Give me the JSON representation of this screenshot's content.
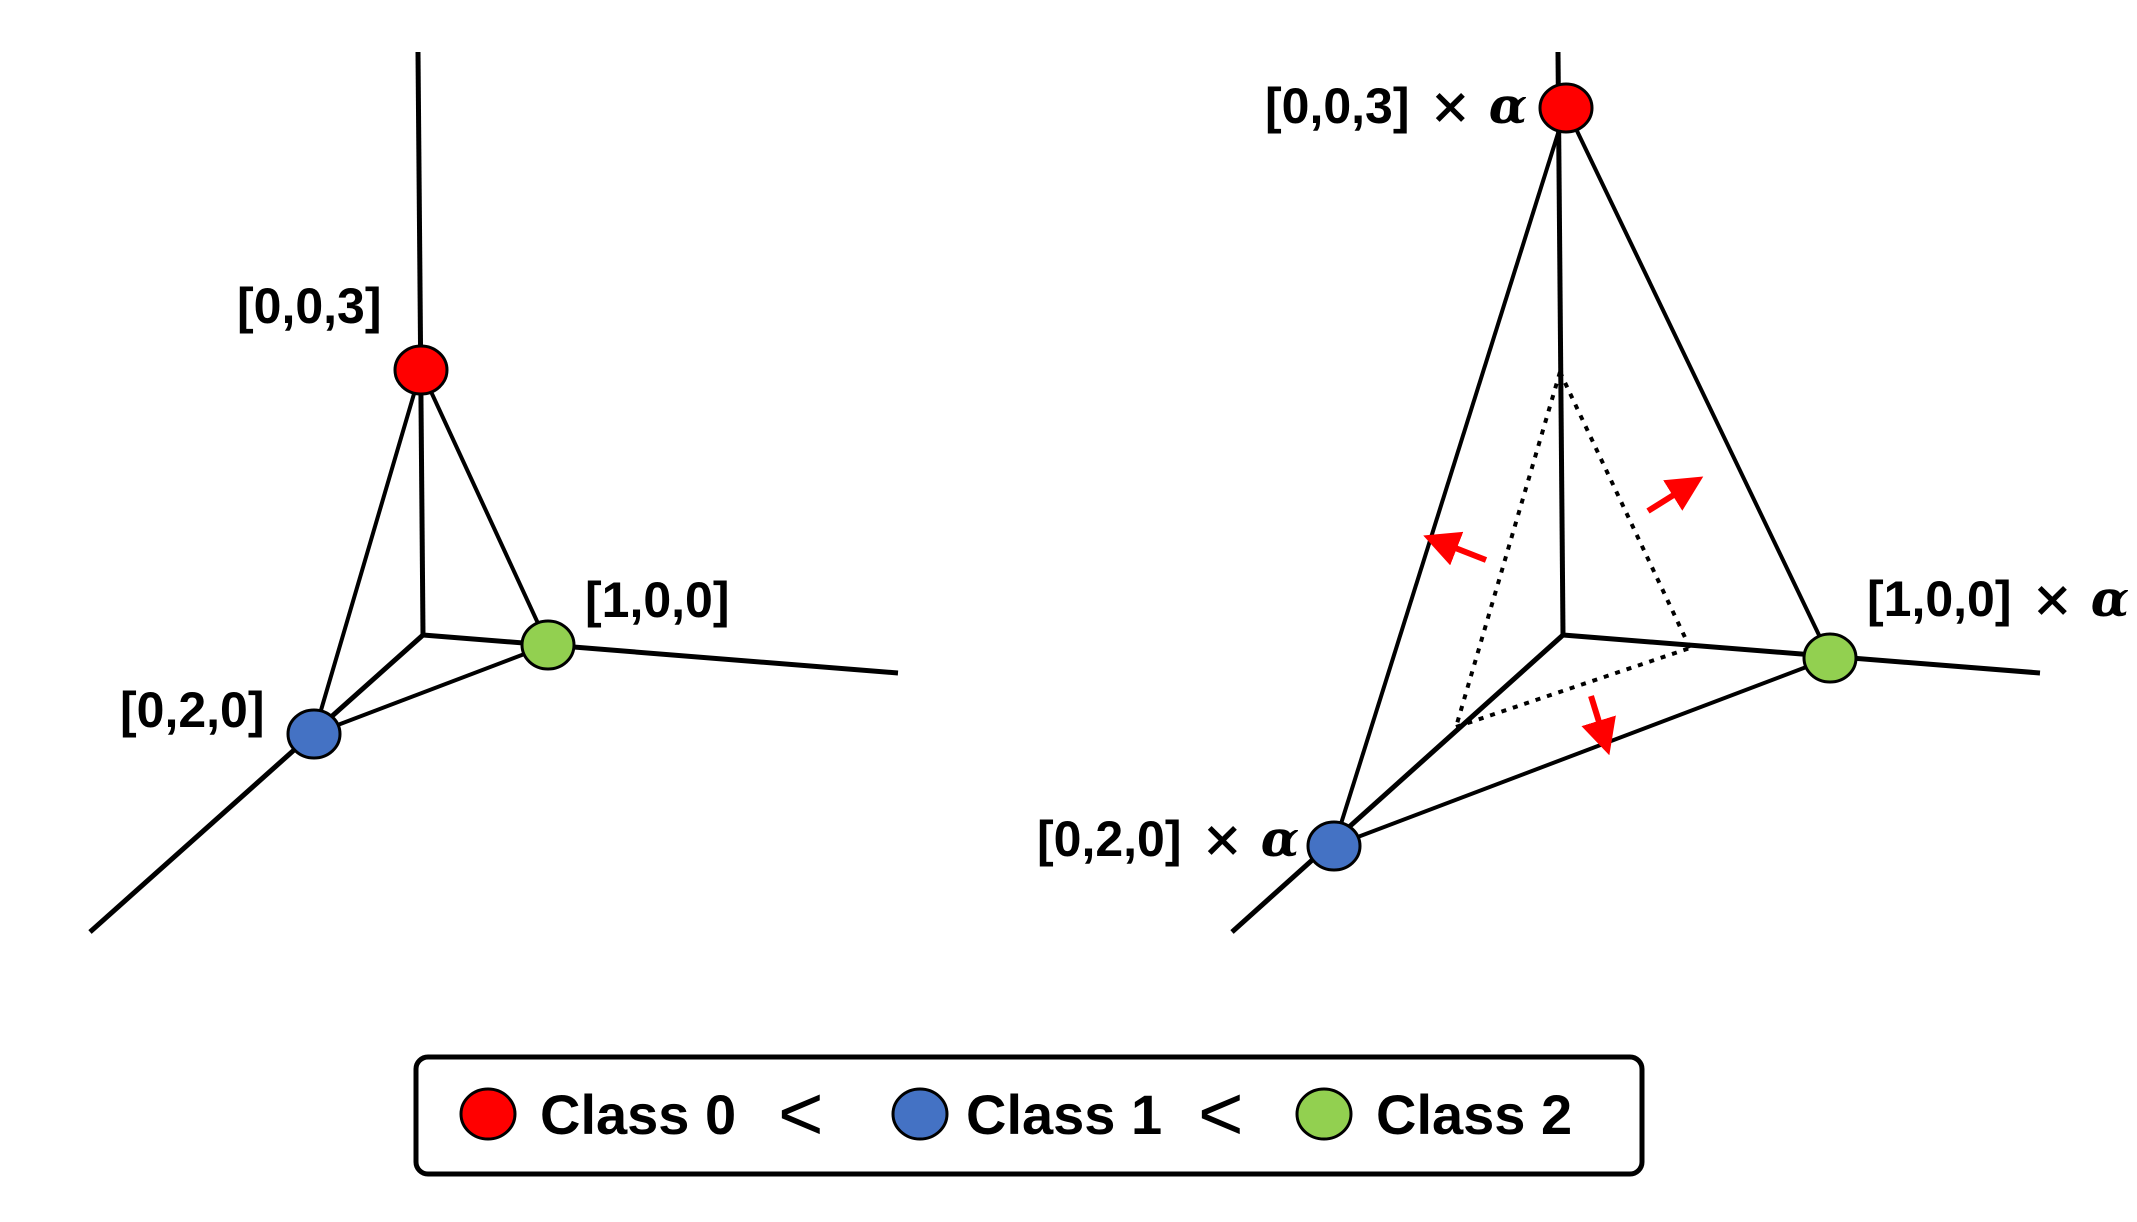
{
  "left_diagram": {
    "labels": {
      "red": "[0,0,3]",
      "green": "[1,0,0]",
      "blue": "[0,2,0]"
    }
  },
  "right_diagram": {
    "labels": {
      "red": "[0,0,3]",
      "green": "[1,0,0]",
      "blue": "[0,2,0]"
    },
    "scale_symbol": "× α"
  },
  "legend": {
    "items": [
      {
        "label": "Class 0",
        "color": "#ff0000"
      },
      {
        "label": "Class 1",
        "color": "#4472c4"
      },
      {
        "label": "Class 2",
        "color": "#92d050"
      }
    ],
    "separator": "<"
  },
  "colors": {
    "class0": "#ff0000",
    "class1": "#4472c4",
    "class2": "#92d050",
    "arrow": "#ff0000"
  }
}
